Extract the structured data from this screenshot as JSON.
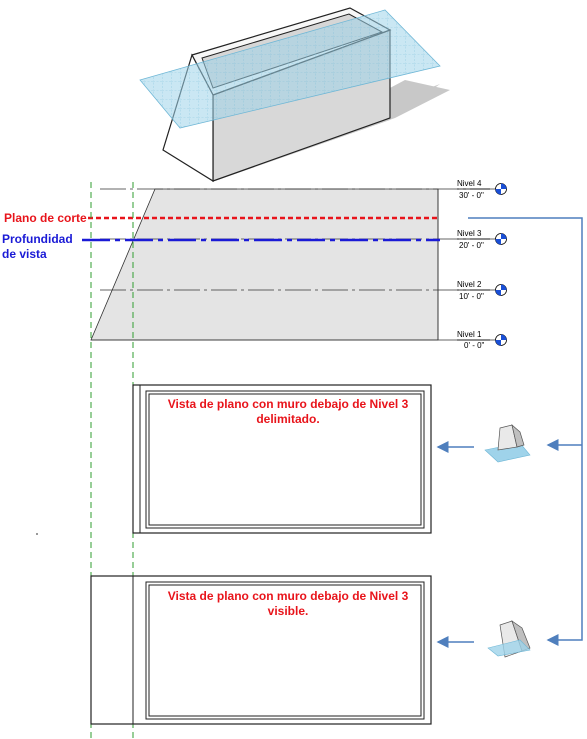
{
  "cut_plane_label": "Plano de corte",
  "view_depth_label_line1": "Profundidad",
  "view_depth_label_line2": "de vista",
  "levels": [
    {
      "name": "Nivel 4",
      "elevation": "30' - 0\""
    },
    {
      "name": "Nivel 3",
      "elevation": "20' - 0\""
    },
    {
      "name": "Nivel 2",
      "elevation": "10' - 0\""
    },
    {
      "name": "Nivel 1",
      "elevation": "0' - 0\""
    }
  ],
  "plan_views": [
    {
      "caption_line1": "Vista de plano con muro debajo de Nivel 3",
      "caption_line2": "delimitado."
    },
    {
      "caption_line1": "Vista de plano con muro debajo de Nivel 3",
      "caption_line2": "visible."
    }
  ],
  "colors": {
    "cut_plane": "#e8141b",
    "view_depth": "#1a1ad6",
    "guide": "#2f9e2f",
    "arrow": "#4f7fbd",
    "section_fill": "#e4e4e4"
  }
}
